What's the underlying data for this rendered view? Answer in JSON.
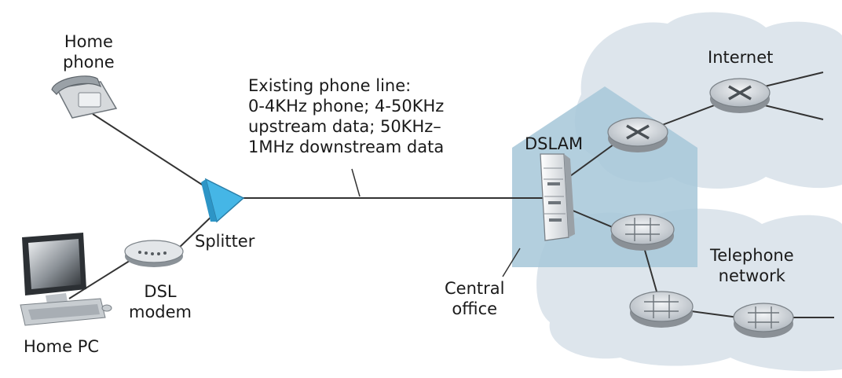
{
  "labels": {
    "home_phone": "Home\nphone",
    "existing_line": "Existing phone line:\n0-4KHz phone; 4-50KHz\nupstream data; 50KHz–\n1MHz downstream data",
    "dslam": "DSLAM",
    "internet": "Internet",
    "splitter": "Splitter",
    "dsl_modem": "DSL\nmodem",
    "central_office": "Central\noffice",
    "telephone_network": "Telephone\nnetwork",
    "home_pc": "Home PC"
  },
  "colors": {
    "cloud": "#dde5ec",
    "house": "#a9c8d9",
    "splitter": "#45b6e6",
    "router": "#c9ced3",
    "line": "#333333"
  },
  "icons": [
    "telephone-icon",
    "computer-icon",
    "dsl-modem-icon",
    "splitter-icon",
    "dslam-icon",
    "router-icon"
  ]
}
